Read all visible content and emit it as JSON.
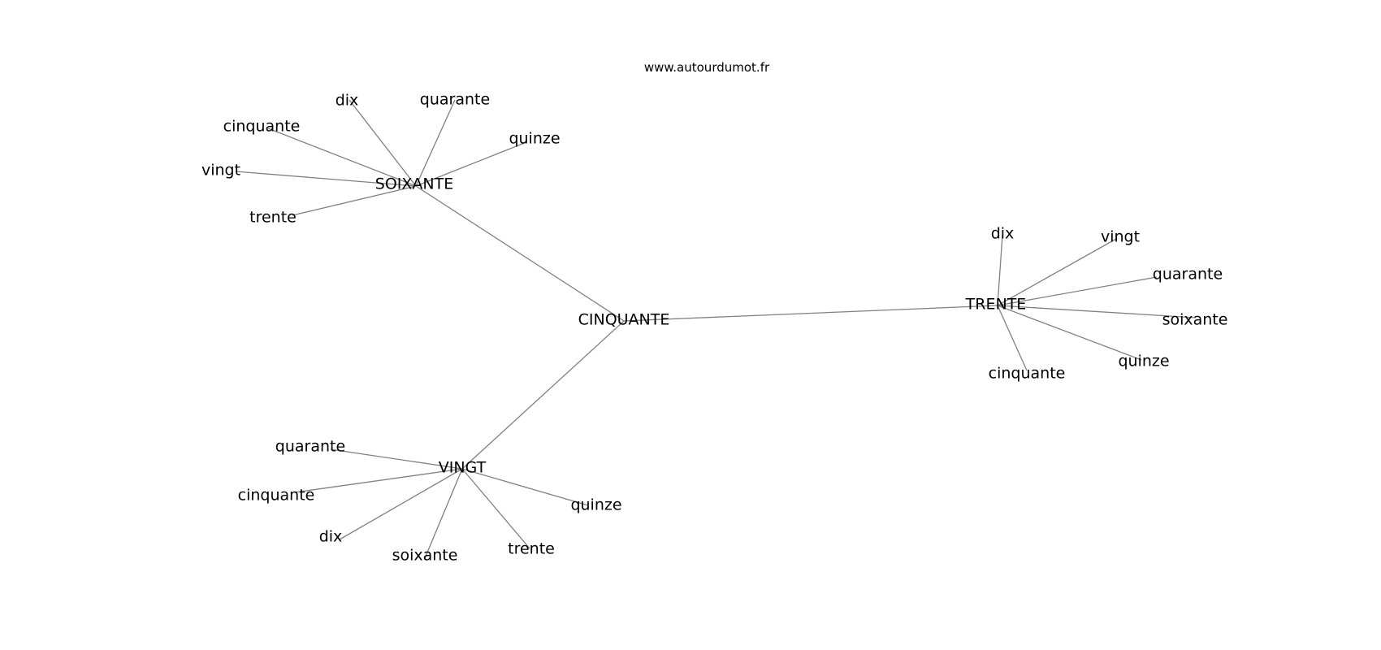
{
  "header": {
    "site": "www.autourdumot.fr"
  },
  "colors": {
    "edge": "#808080",
    "text": "#000000",
    "background": "#ffffff"
  },
  "graph": {
    "center": "CINQUANTE",
    "hubs": [
      {
        "label": "SOIXANTE",
        "children": [
          "dix",
          "quarante",
          "quinze",
          "cinquante",
          "vingt",
          "trente"
        ]
      },
      {
        "label": "TRENTE",
        "children": [
          "dix",
          "vingt",
          "quarante",
          "soixante",
          "quinze",
          "cinquante"
        ]
      },
      {
        "label": "VINGT",
        "children": [
          "quarante",
          "cinquante",
          "dix",
          "soixante",
          "trente",
          "quinze"
        ]
      }
    ]
  }
}
